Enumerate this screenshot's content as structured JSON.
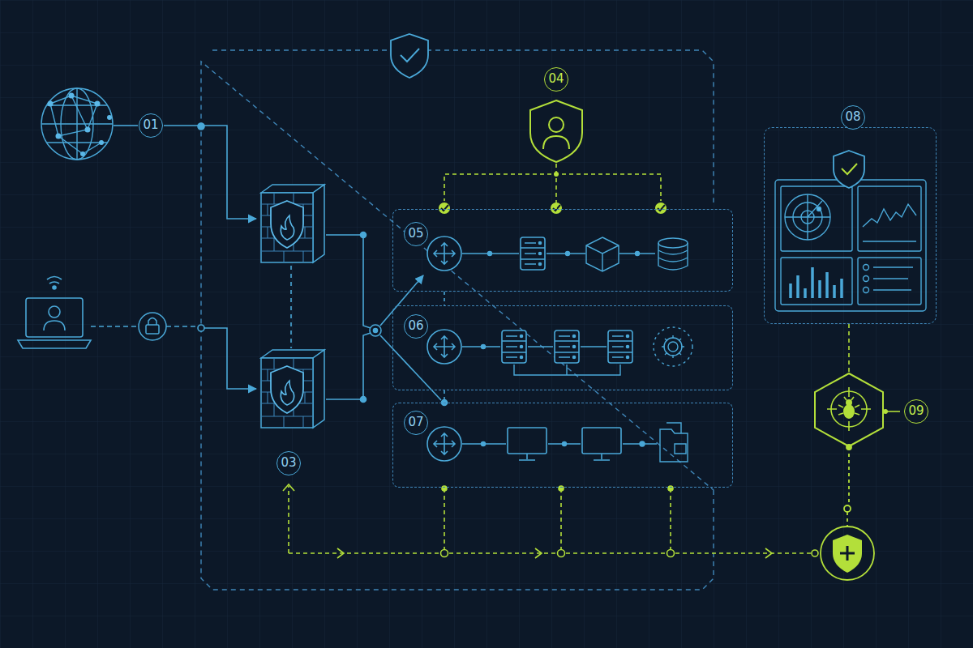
{
  "diagram": {
    "nodes": [
      {
        "text": [
          "04"
        ]
      },
      {
        "text": [
          "05"
        ]
      },
      {
        "text": [
          "06"
        ]
      },
      {
        "text": [
          "07"
        ]
      },
      {
        "text": [
          "08"
        ]
      },
      {
        "text": [
          "09"
        ]
      }
    ],
    "edges": [
      {
        "from": 0,
        "to": 1,
        "arrow": "none"
      },
      {
        "from": 4,
        "to": 5,
        "arrow": "none"
      }
    ],
    "labels": [
      "01",
      "03"
    ]
  }
}
